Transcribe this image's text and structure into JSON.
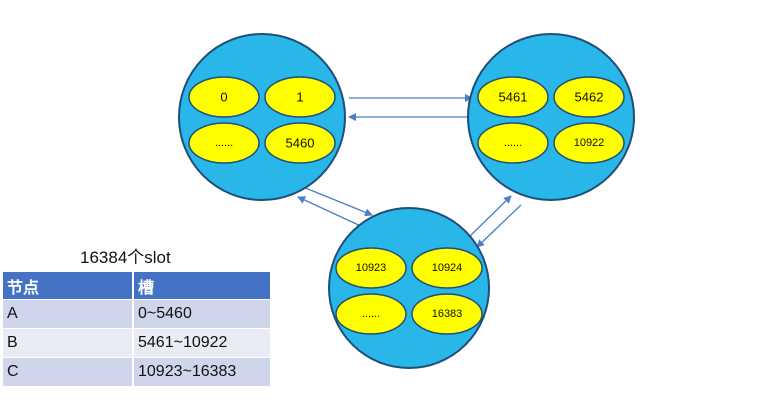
{
  "colors": {
    "node_fill": "#29b6e8",
    "node_stroke": "#1f4e79",
    "slot_fill": "#ffff00",
    "slot_stroke": "#1f4e79",
    "arrow": "#4a7fc1",
    "table_header": "#4472c4"
  },
  "nodes": [
    {
      "slots": [
        "0",
        "1",
        "......",
        "5460"
      ]
    },
    {
      "slots": [
        "5461",
        "5462",
        "......",
        "10922"
      ]
    },
    {
      "slots": [
        "10923",
        "10924",
        "......",
        "16383"
      ]
    }
  ],
  "table": {
    "caption": "16384个slot",
    "headers": [
      "节点",
      "槽"
    ],
    "rows": [
      [
        "A",
        "0~5460"
      ],
      [
        "B",
        "5461~10922"
      ],
      [
        "C",
        "10923~16383"
      ]
    ]
  }
}
